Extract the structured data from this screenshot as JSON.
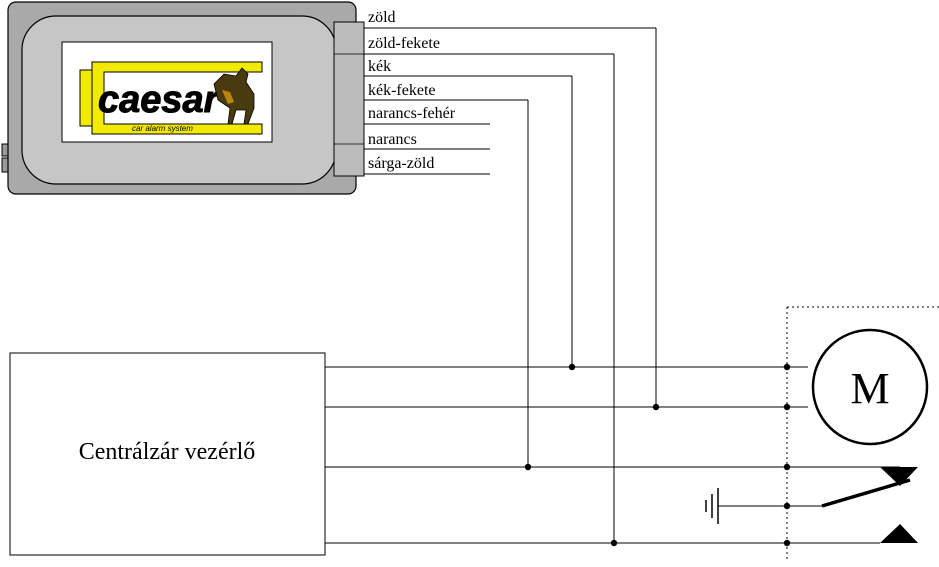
{
  "device": {
    "logo_text": "caesar",
    "logo_subtitle": "car alarm system"
  },
  "wires": [
    {
      "label": "zöld"
    },
    {
      "label": "zöld-fekete"
    },
    {
      "label": "kék"
    },
    {
      "label": "kék-fekete"
    },
    {
      "label": "narancs-fehér"
    },
    {
      "label": "narancs"
    },
    {
      "label": "sárga-zöld"
    }
  ],
  "controller": {
    "label": "Centrálzár vezérlő"
  },
  "motor": {
    "label": "M"
  },
  "colors": {
    "line": "#000000",
    "module_body": "#a9a9a9",
    "module_face": "#c6c6c6",
    "logo_yellow": "#f2ea00",
    "logo_dark": "#4a3a10"
  }
}
